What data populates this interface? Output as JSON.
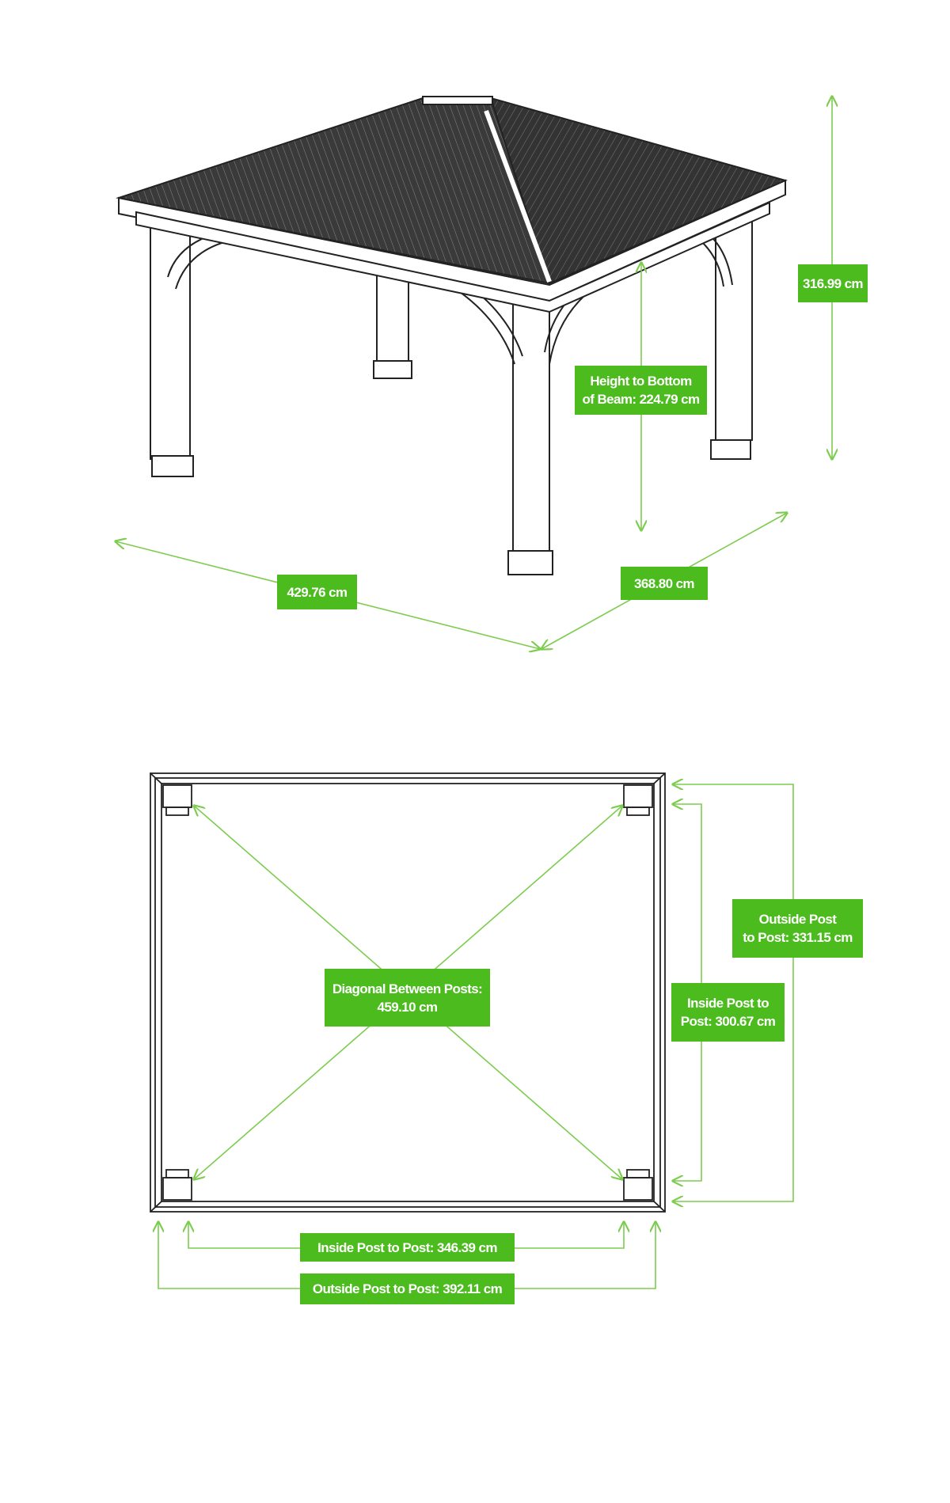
{
  "colors": {
    "label_bg": "#4cbb1e",
    "dimension_line": "#7dcc4f",
    "drawing": "#222222",
    "roof": "#3a3a3a"
  },
  "perspective_view": {
    "total_height": "316.99 cm",
    "beam_height_line1": "Height to Bottom",
    "beam_height_line2": "of Beam: 224.79 cm",
    "width": "429.76 cm",
    "depth": "368.80 cm"
  },
  "plan_view": {
    "diagonal_line1": "Diagonal Between Posts:",
    "diagonal_line2": "459.10 cm",
    "outside_side_line1": "Outside Post",
    "outside_side_line2": "to Post: 331.15 cm",
    "inside_side_line1": "Inside Post to",
    "inside_side_line2": "Post: 300.67 cm",
    "inside_front": "Inside Post to Post: 346.39 cm",
    "outside_front": "Outside Post to Post: 392.11 cm"
  }
}
